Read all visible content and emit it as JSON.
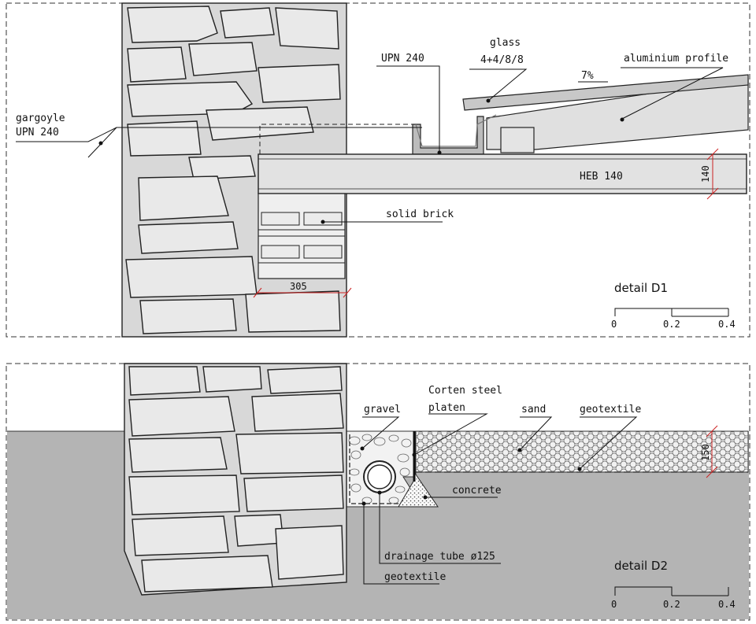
{
  "detail_d1": {
    "title": "detail D1",
    "labels": {
      "gargoyle": "gargoyle",
      "gargoyle_profile": "UPN 240",
      "upn": "UPN 240",
      "glass": "glass",
      "glass_spec": "4+4/8/8",
      "aluminium": "aluminium profile",
      "slope": "7%",
      "heb": "HEB 140",
      "brick": "solid brick",
      "dim_heb": "140",
      "dim_brick": "305"
    },
    "scale": [
      "0",
      "0.2",
      "0.4"
    ]
  },
  "detail_d2": {
    "title": "detail D2",
    "labels": {
      "corten_line1": "Corten steel",
      "corten_line2": "platen",
      "gravel": "gravel",
      "sand": "sand",
      "geotextile_top": "geotextile",
      "concrete": "concrete",
      "drain": "drainage tube ø125",
      "geotextile_bottom": "geotextile",
      "dim_sand": "150"
    },
    "scale": [
      "0",
      "0.2",
      "0.4"
    ]
  },
  "colors": {
    "ground": "#b4b4b4",
    "stone": "#e9e9e9",
    "beam": "#e2e2e2",
    "dimension": "#cc2222"
  }
}
